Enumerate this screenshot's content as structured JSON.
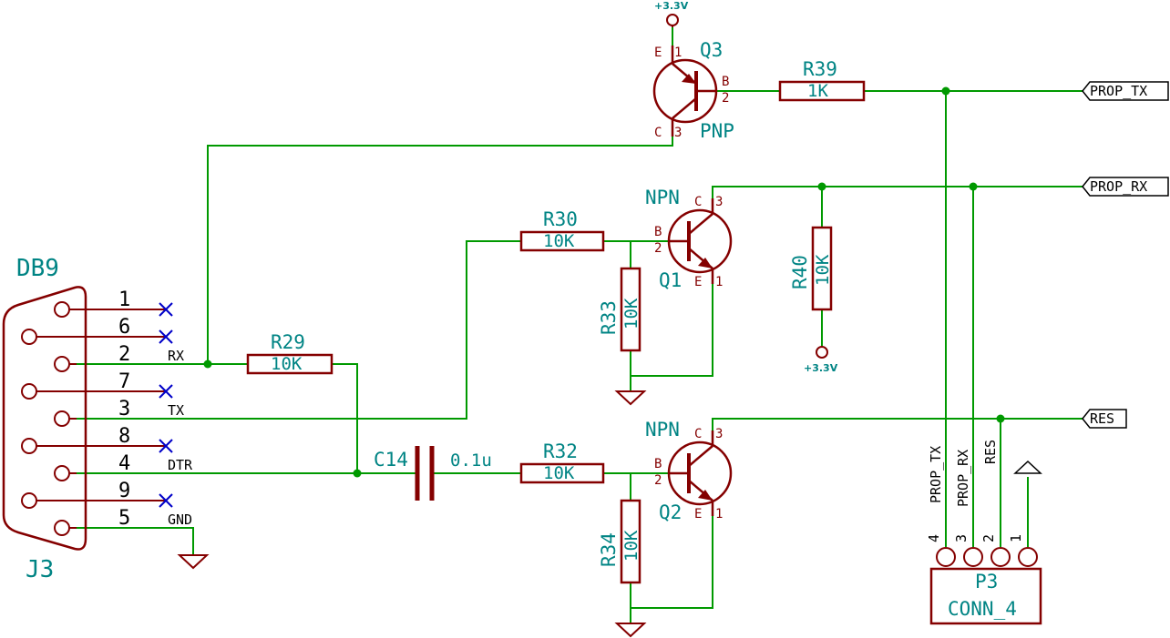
{
  "db9": {
    "ref": "J3",
    "value": "DB9",
    "pins": [
      {
        "num": "1",
        "signal": ""
      },
      {
        "num": "6",
        "signal": ""
      },
      {
        "num": "2",
        "signal": "RX"
      },
      {
        "num": "7",
        "signal": ""
      },
      {
        "num": "3",
        "signal": "TX"
      },
      {
        "num": "8",
        "signal": ""
      },
      {
        "num": "4",
        "signal": "DTR"
      },
      {
        "num": "9",
        "signal": ""
      },
      {
        "num": "5",
        "signal": "GND"
      }
    ]
  },
  "resistors": {
    "r29": {
      "ref": "R29",
      "value": "10K"
    },
    "r30": {
      "ref": "R30",
      "value": "10K"
    },
    "r32": {
      "ref": "R32",
      "value": "10K"
    },
    "r33": {
      "ref": "R33",
      "value": "10K"
    },
    "r34": {
      "ref": "R34",
      "value": "10K"
    },
    "r39": {
      "ref": "R39",
      "value": "1K"
    },
    "r40": {
      "ref": "R40",
      "value": "10K"
    }
  },
  "capacitor": {
    "ref": "C14",
    "value": "0.1u"
  },
  "transistors": {
    "q1": {
      "ref": "Q1",
      "type": "NPN",
      "pin_b_name": "B",
      "pin_b_num": "2",
      "pin_c_name": "C",
      "pin_c_num": "3",
      "pin_e_name": "E",
      "pin_e_num": "1"
    },
    "q2": {
      "ref": "Q2",
      "type": "NPN",
      "pin_b_name": "B",
      "pin_b_num": "2",
      "pin_c_name": "C",
      "pin_c_num": "3",
      "pin_e_name": "E",
      "pin_e_num": "1"
    },
    "q3": {
      "ref": "Q3",
      "type": "PNP",
      "pin_b_name": "B",
      "pin_b_num": "2",
      "pin_c_name": "C",
      "pin_c_num": "3",
      "pin_e_name": "E",
      "pin_e_num": "1"
    }
  },
  "power": {
    "vcc_top": "+3.3V",
    "vcc_r40": "+3.3V"
  },
  "labels": {
    "prop_tx": "PROP_TX",
    "prop_rx": "PROP_RX",
    "res": "RES"
  },
  "connector": {
    "ref": "P3",
    "value": "CONN_4",
    "pins": [
      {
        "num": "4",
        "name": "PROP_TX"
      },
      {
        "num": "3",
        "name": "PROP_RX"
      },
      {
        "num": "2",
        "name": "RES"
      },
      {
        "num": "1",
        "name": ""
      }
    ]
  },
  "colors": {
    "wire": "#009900",
    "component": "#840000",
    "reference_text": "#008484",
    "no_connect": "#0000c8"
  }
}
